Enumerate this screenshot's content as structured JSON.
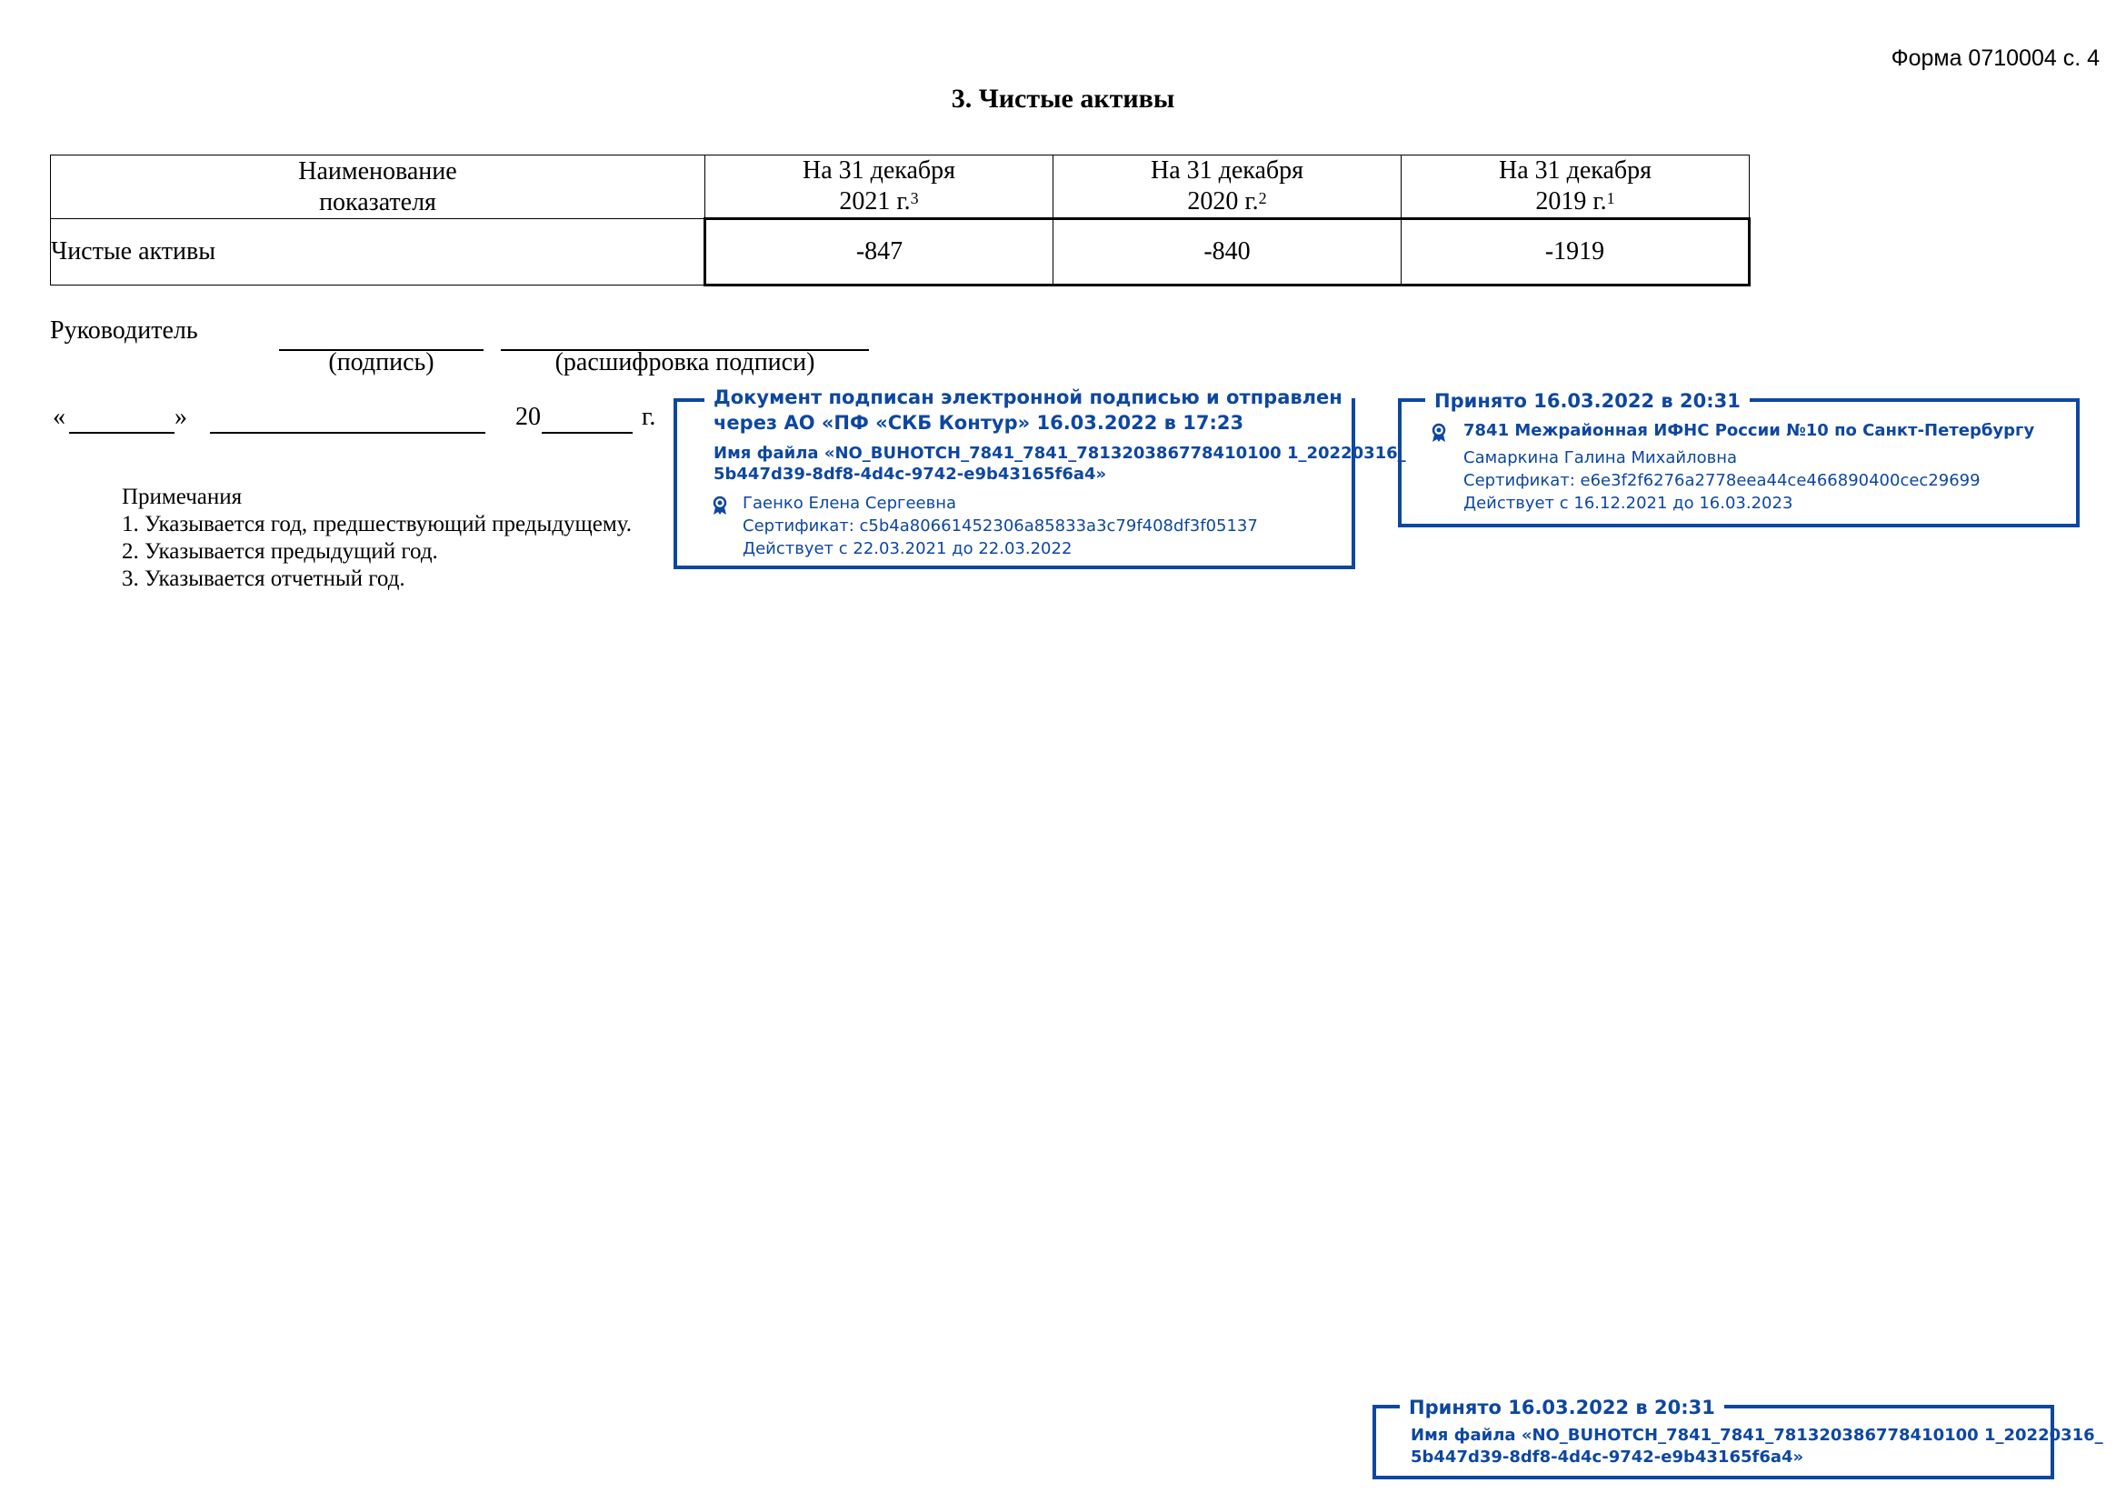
{
  "form_id": "Форма 0710004 с. 4",
  "title": "3. Чистые активы",
  "table": {
    "headers": {
      "name": [
        "Наименование",
        "показателя"
      ],
      "years": [
        {
          "line1": "На 31 декабря",
          "line2": "2021 г.",
          "note": "3"
        },
        {
          "line1": "На 31 декабря",
          "line2": "2020 г.",
          "note": "2"
        },
        {
          "line1": "На 31 декабря",
          "line2": "2019 г.",
          "note": "1"
        }
      ]
    },
    "rows": [
      {
        "name": "Чистые активы",
        "values": [
          "-847",
          "-840",
          "-1919"
        ]
      }
    ]
  },
  "signature": {
    "role": "Руководитель",
    "sign_caption": "(подпись)",
    "decode_caption": "(расшифровка подписи)",
    "quote_open": "«",
    "quote_close": "»",
    "year_prefix": "20",
    "year_suffix": "г."
  },
  "notes": {
    "title": "Примечания",
    "items": [
      "1. Указывается год, предшествующий предыдущему.",
      "2. Указывается предыдущий год.",
      "3. Указывается отчетный год."
    ]
  },
  "stamps": {
    "sent": {
      "legend_line1": "Документ подписан электронной подписью и отправлен",
      "legend_line2": "через  АО «ПФ «СКБ Контур»  16.03.2022 в 17:23",
      "file_line1": "Имя файла  «NO_BUHOTCH_7841_7841_781320386778410100 1_20220316_",
      "file_line2": "5b447d39-8df8-4d4c-9742-e9b43165f6a4»",
      "signer": "Гаенко Елена Сергеевна",
      "certificate": "Сертификат: c5b4a80661452306a85833a3c79f408df3f05137",
      "valid": "Действует с 22.03.2021 до 22.03.2022",
      "icon": "certificate-icon"
    },
    "accepted": {
      "legend": "Принято 16.03.2022 в 20:31",
      "org": "7841 Межрайонная ИФНС России №10 по Санкт-Петербургу",
      "person": "Самаркина Галина Михайловна",
      "certificate": "Сертификат: e6e3f2f6276a2778eea44ce466890400cec29699",
      "valid": "Действует с 16.12.2021 до 16.03.2023",
      "icon": "certificate-icon"
    },
    "accepted_file": {
      "legend": "Принято 16.03.2022 в 20:31",
      "file_line1": "Имя файла  «NO_BUHOTCH_7841_7841_781320386778410100 1_20220316_",
      "file_line2": "5b447d39-8df8-4d4c-9742-e9b43165f6a4»"
    }
  },
  "colors": {
    "stamp": "#0d47a1",
    "text": "#000000",
    "background": "#ffffff"
  }
}
